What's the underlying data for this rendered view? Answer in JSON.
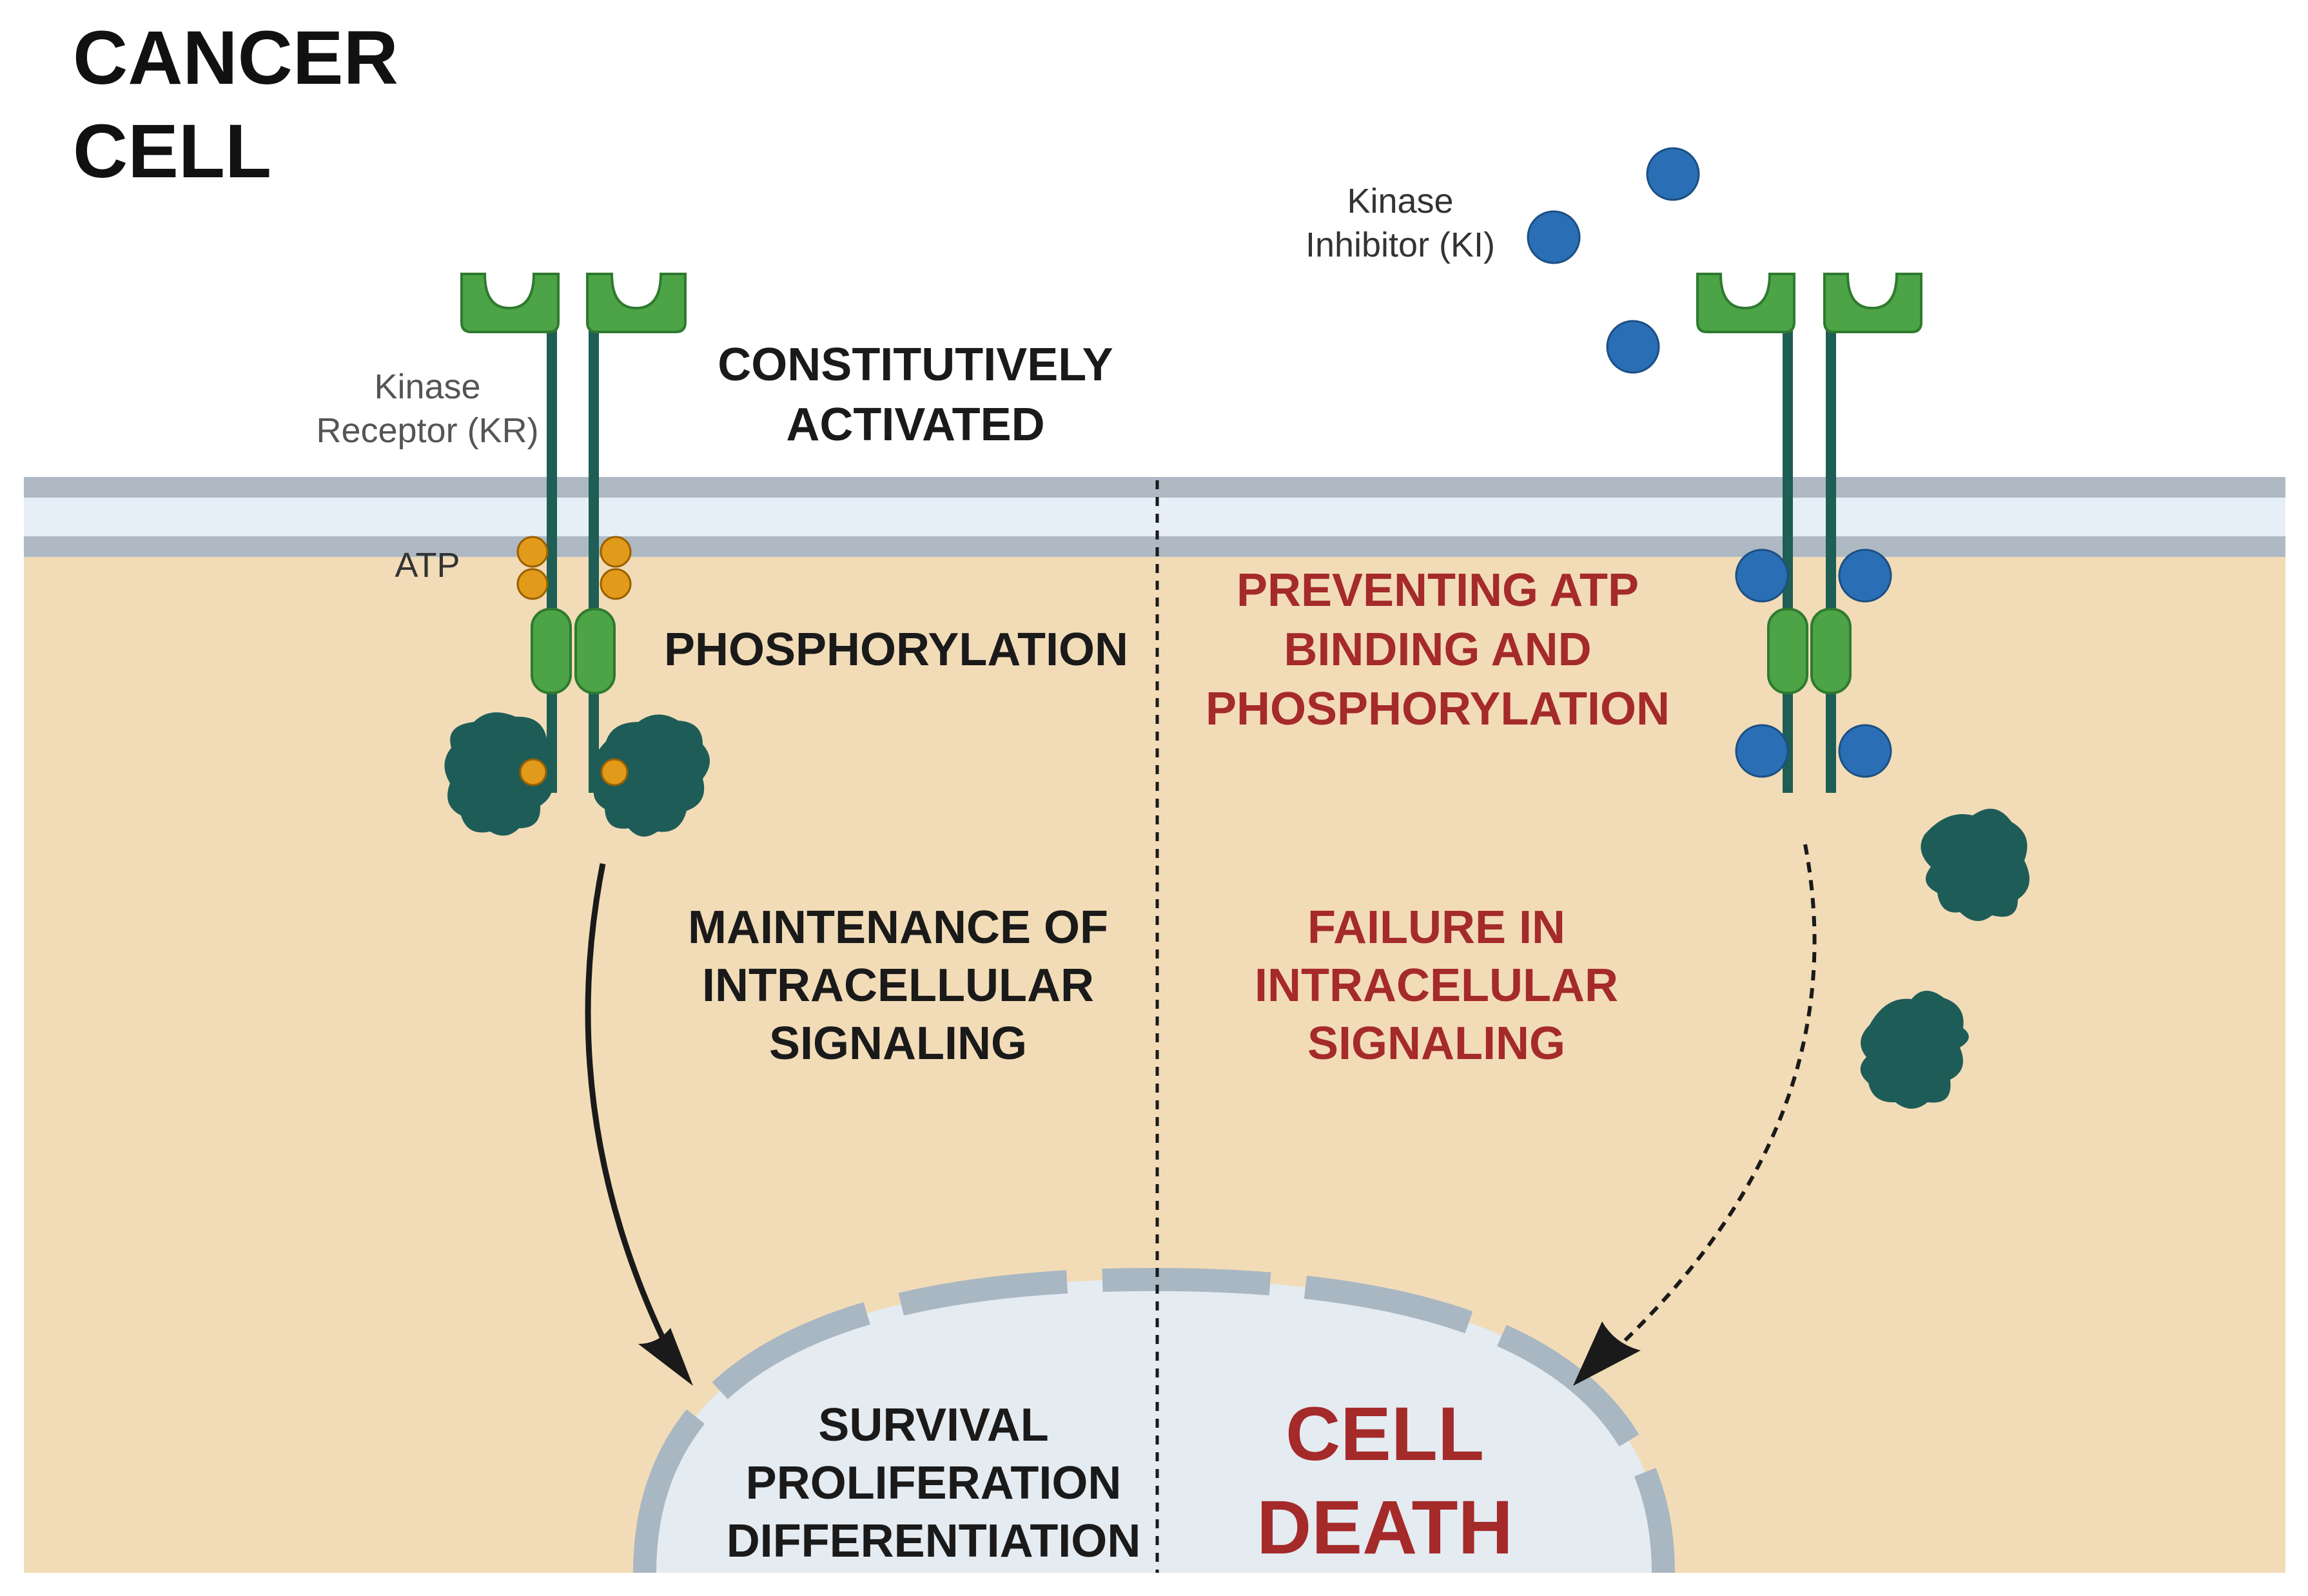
{
  "title": [
    "CANCER",
    "CELL"
  ],
  "colors": {
    "cytoplasm": "#f2dcb7",
    "membrane_outer": "#aeb9c4",
    "membrane_inner": "#e6eff7",
    "nucleus": "#e4ebf1",
    "nuclear_envelope": "#a9b7c3",
    "receptor_green": "#4ca447",
    "receptor_stalk": "#1e5e54",
    "kinase_teal": "#1e5c58",
    "atp_orange": "#e29a1a",
    "inhibitor_blue": "#2a6fb5",
    "text_black": "#1a1a1a",
    "text_red": "#a52a2a",
    "label_gray": "#555555"
  },
  "left": {
    "receptor_label": [
      "Kinase",
      "Receptor (KR)"
    ],
    "atp_label": "ATP",
    "activated_label": [
      "CONSTITUTIVELY",
      "ACTIVATED"
    ],
    "phosphorylation_label": "PHOSPHORYLATION",
    "maintenance_label": [
      "MAINTENANCE OF",
      "INTRACELLULAR",
      "SIGNALING"
    ],
    "outcome_label": [
      "SURVIVAL",
      "PROLIFERATION",
      "DIFFERENTIATION"
    ]
  },
  "right": {
    "inhibitor_label": [
      "Kinase",
      "Inhibitor (KI)"
    ],
    "preventing_label": [
      "PREVENTING ATP",
      "BINDING AND",
      "PHOSPHORYLATION"
    ],
    "failure_label": [
      "FAILURE IN",
      "INTRACELULAR",
      "SIGNALING"
    ],
    "outcome_label": [
      "CELL",
      "DEATH"
    ]
  }
}
